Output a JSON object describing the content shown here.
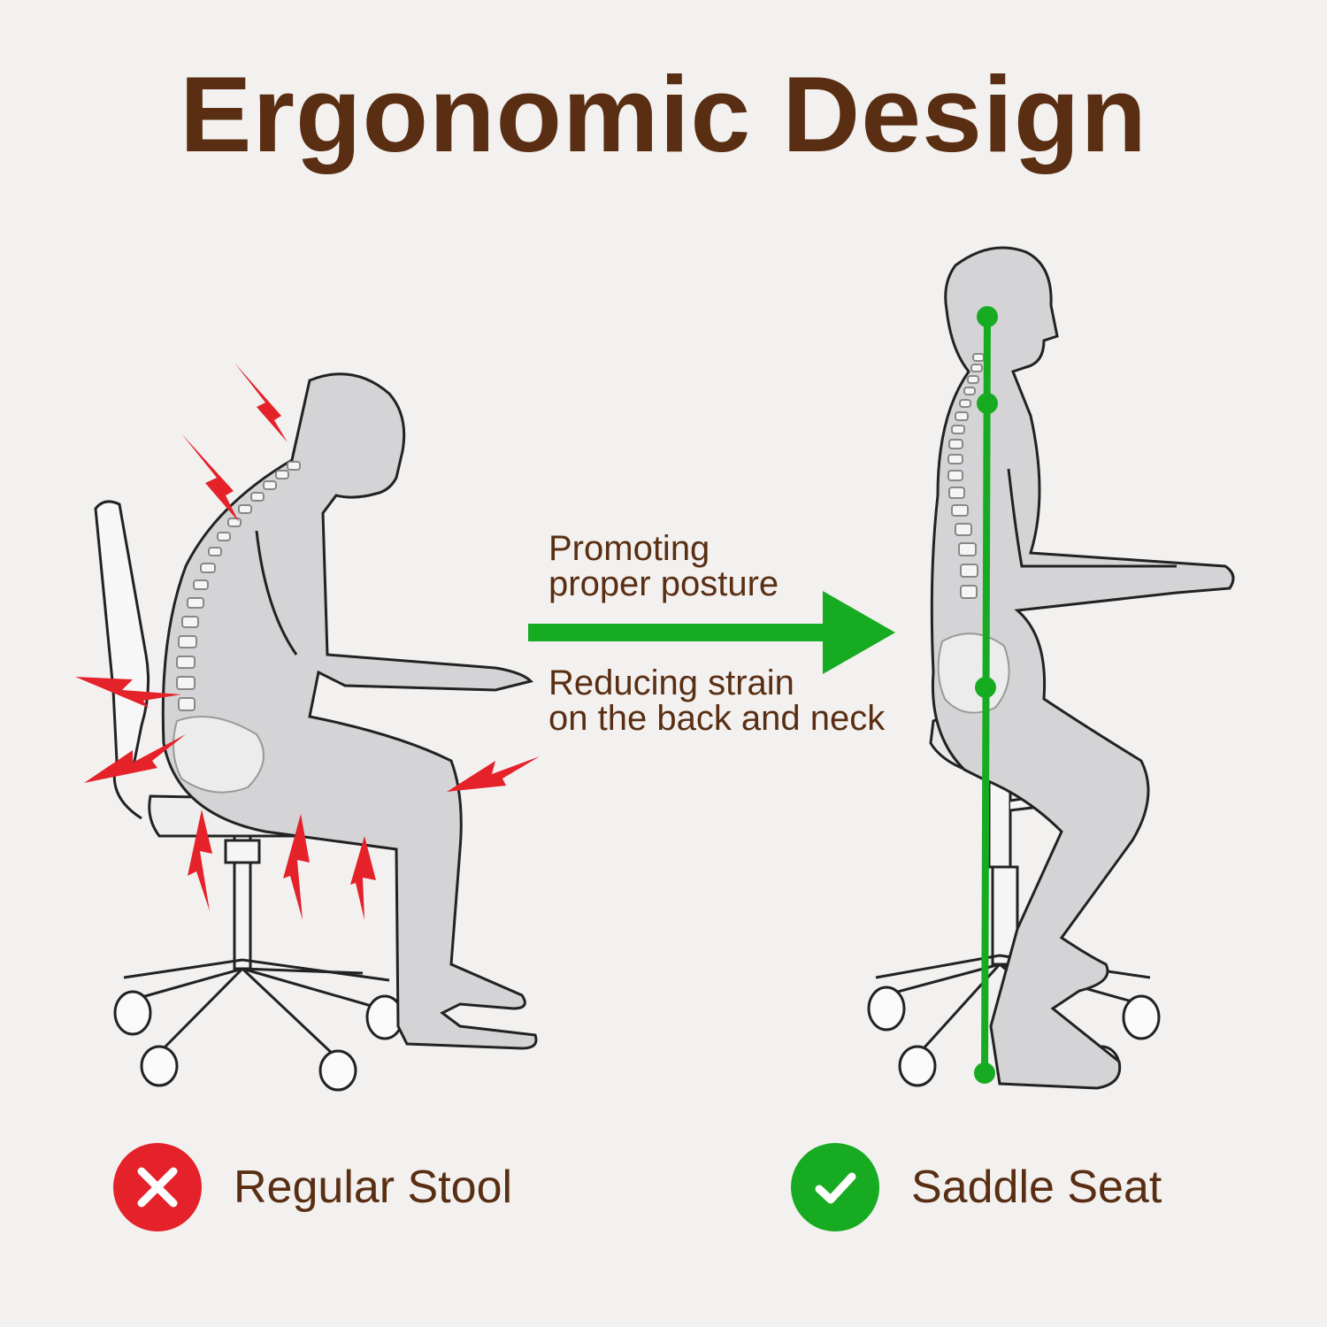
{
  "title": "Ergonomic Design",
  "arrow": {
    "caption_top": [
      "Promoting",
      "proper posture"
    ],
    "caption_bottom": [
      "Reducing strain",
      "on the back and neck"
    ]
  },
  "legend": {
    "left": {
      "label": "Regular Stool",
      "icon": "x-icon",
      "color": "#e5212a"
    },
    "right": {
      "label": "Saddle Seat",
      "icon": "check-icon",
      "color": "#17ab22"
    }
  },
  "colors": {
    "title": "#5a2e12",
    "arrow": "#17ab22",
    "strain": "#e5212a",
    "figure": "#d4d4d6"
  }
}
